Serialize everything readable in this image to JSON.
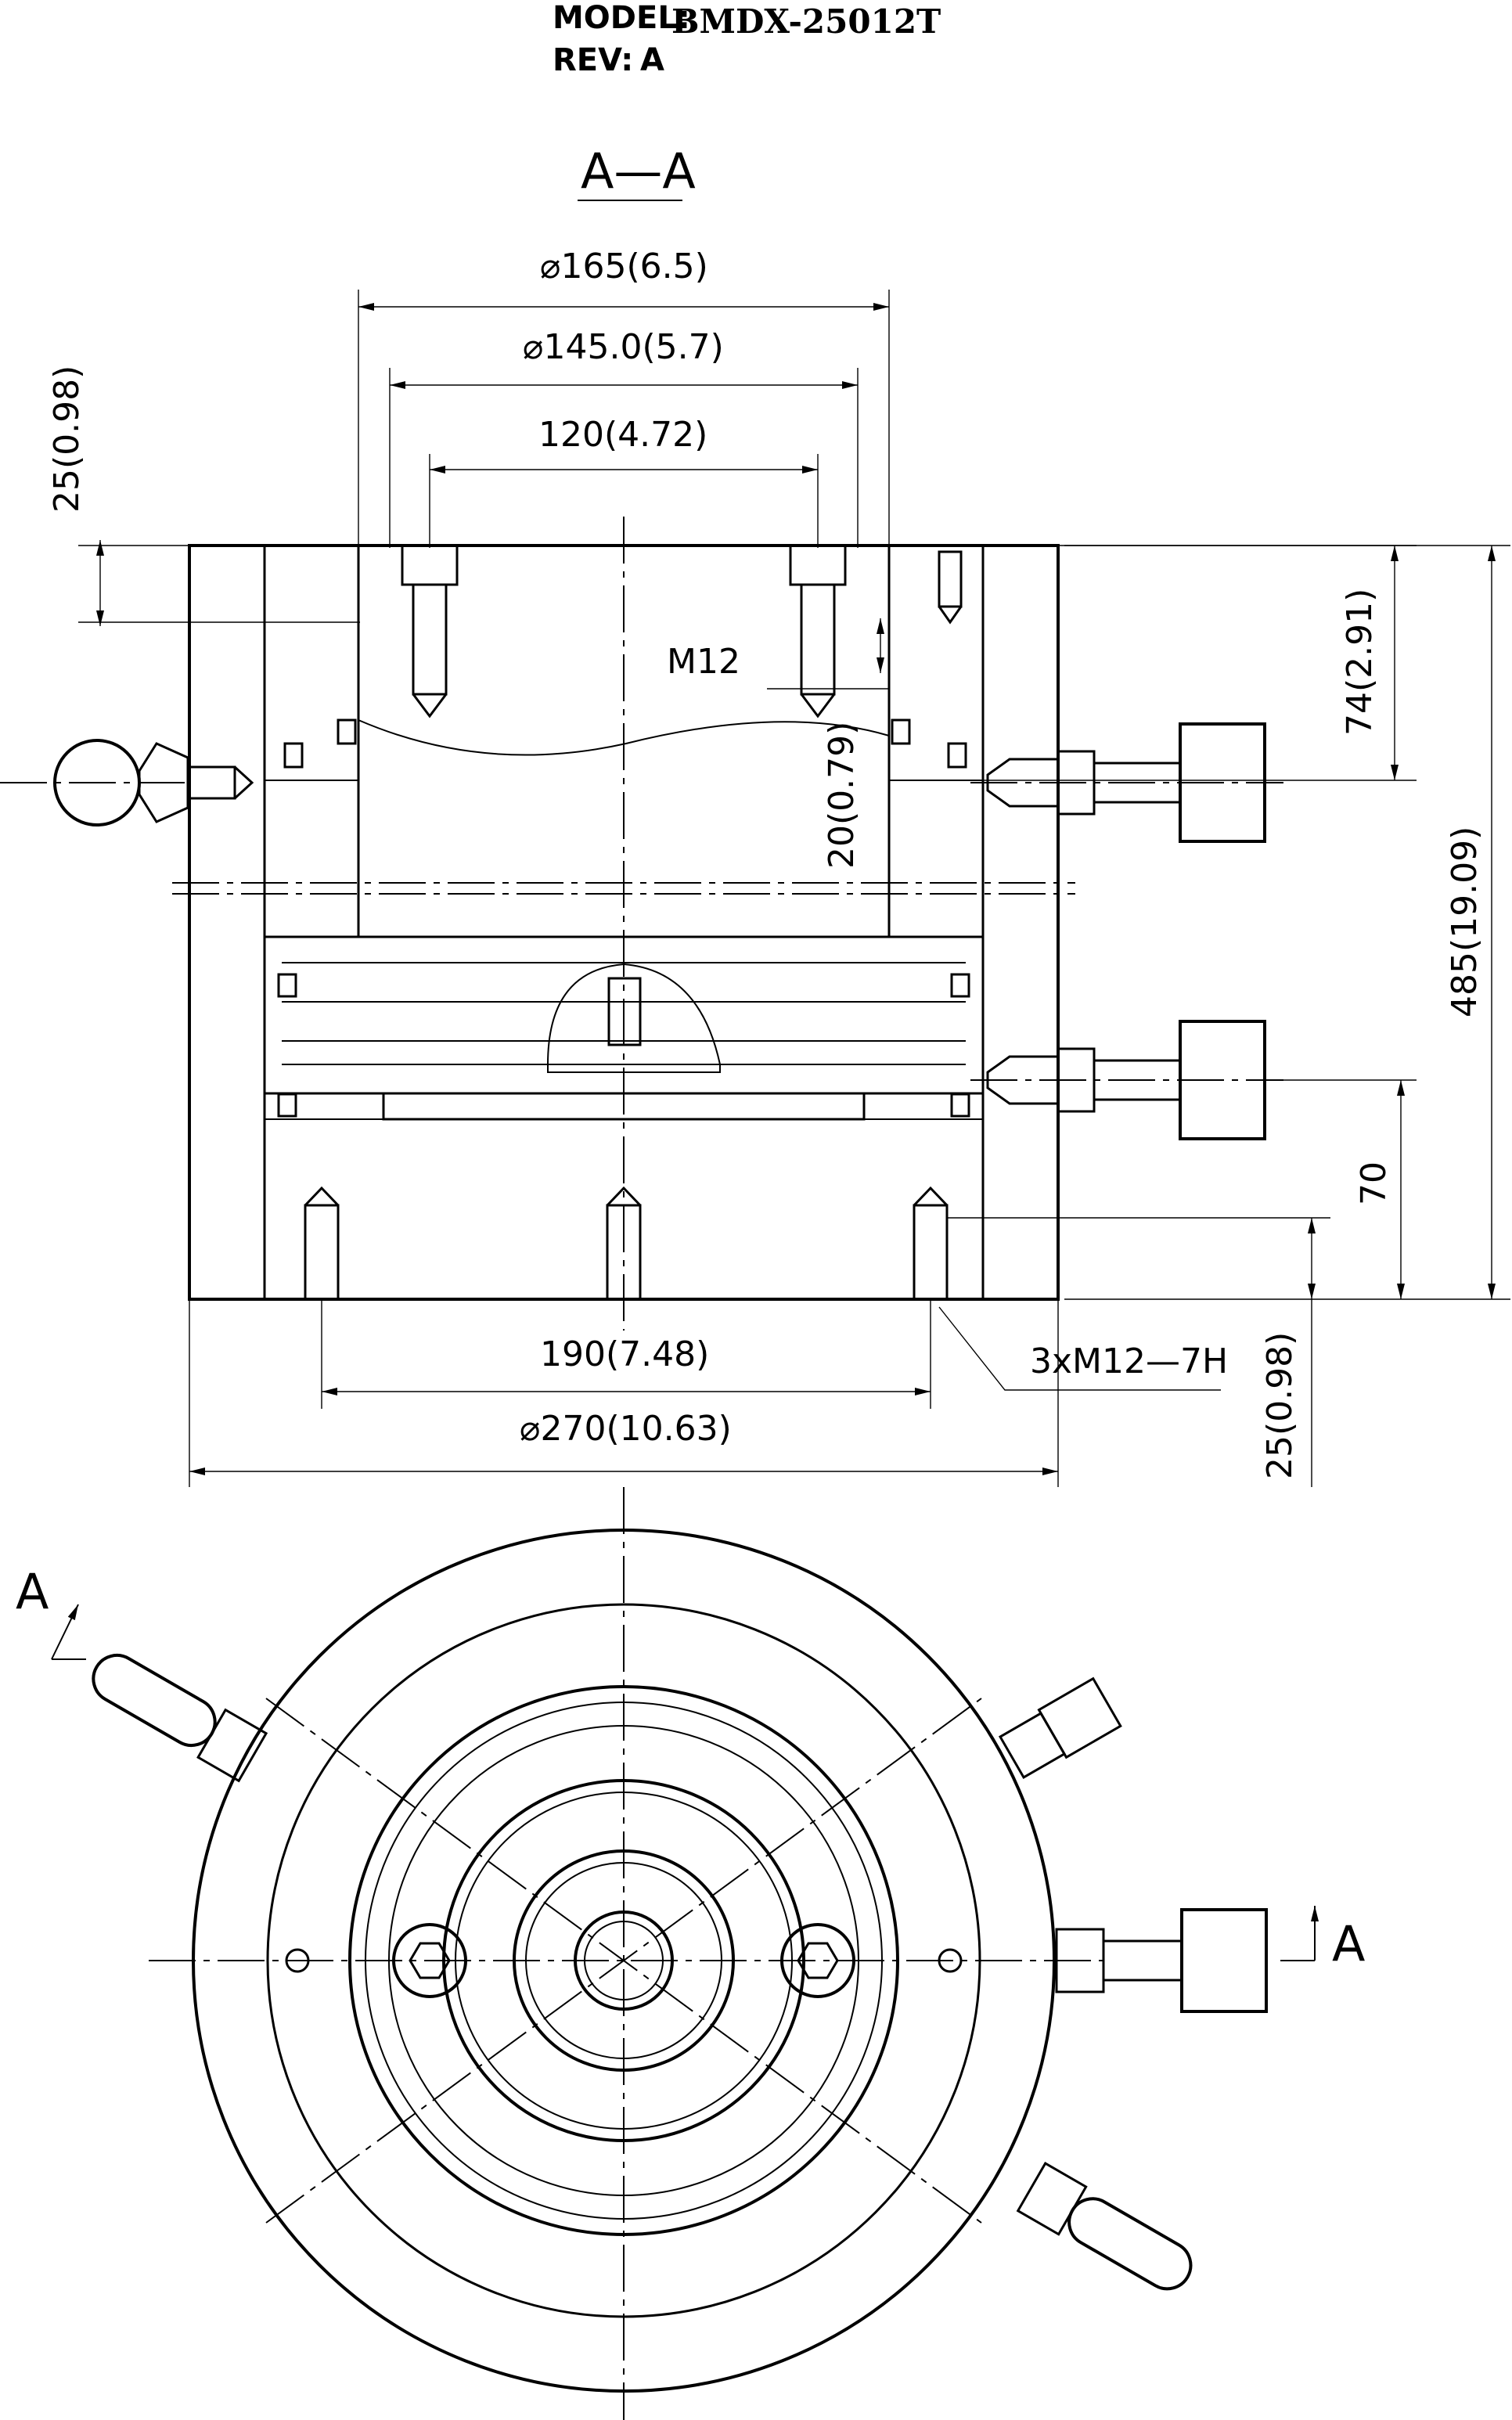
{
  "header": {
    "model_label": "MODEL:",
    "model_value": "BMDX-25012T",
    "rev_label": "REV:",
    "rev_value": "A"
  },
  "section": {
    "title": "A—A",
    "plane_marker_left": "A",
    "plane_marker_right": "A"
  },
  "dimensions": {
    "d165": "⌀165(6.5)",
    "d145": "⌀145.0(5.7)",
    "d120": "120(4.72)",
    "top25": "25(0.98)",
    "h74": "74(2.91)",
    "thread_m12": "M12",
    "h20": "20(0.79)",
    "h485": "485(19.09)",
    "h70": "70",
    "w190": "190(7.48)",
    "thread_3xm12": "3xM12—7H",
    "bottom25": "25(0.98)",
    "d270": "⌀270(10.63)"
  }
}
